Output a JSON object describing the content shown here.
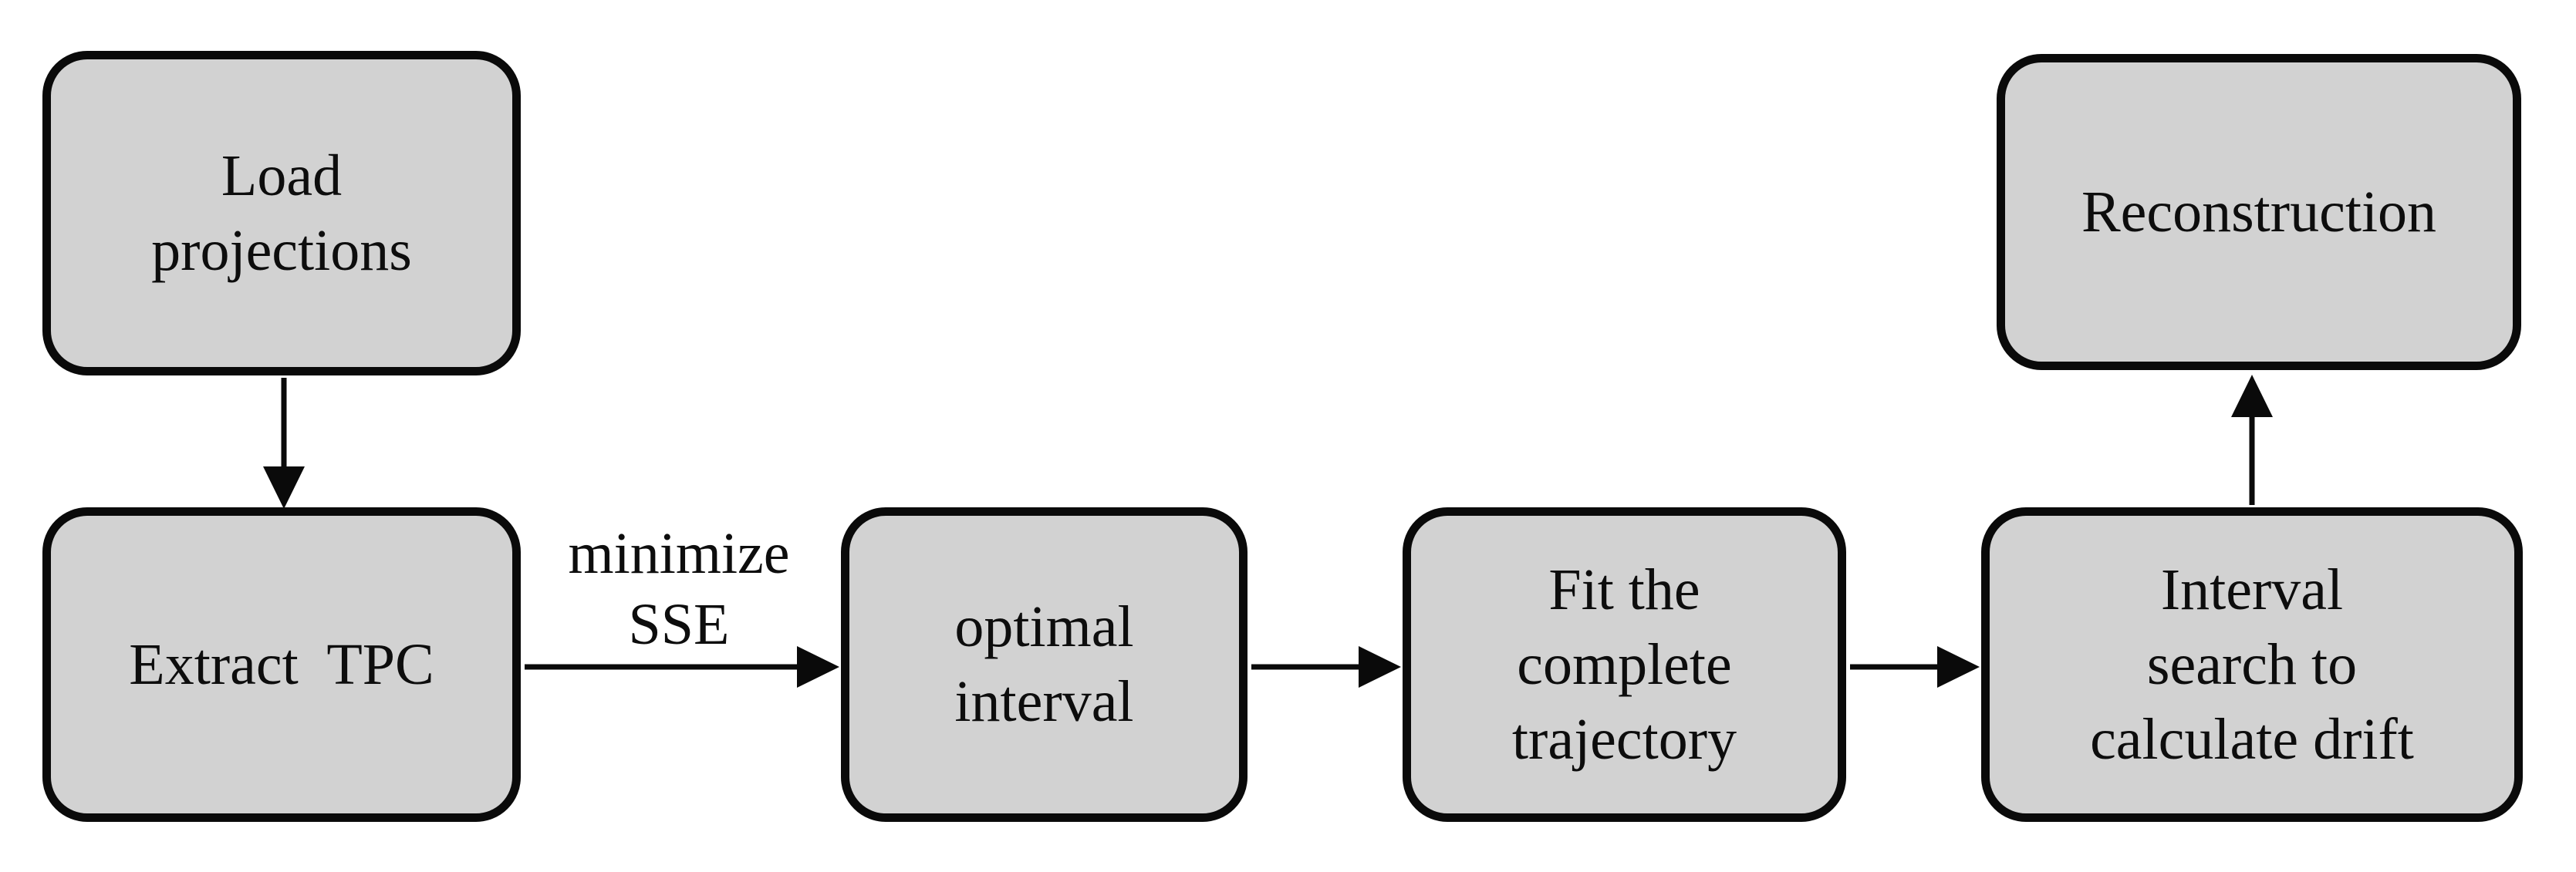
{
  "diagram": {
    "type": "flowchart",
    "background_color": "#ffffff",
    "node_fill_color": "#d2d2d2",
    "node_border_color": "#0a0a0a",
    "arrow_color": "#0a0a0a",
    "text_color": "#0d0d0d",
    "nodes": [
      {
        "id": "load-projections",
        "label": "Load\nprojections"
      },
      {
        "id": "extract-tpc",
        "label": "Extract  TPC"
      },
      {
        "id": "optimal-interval",
        "label": "optimal\ninterval"
      },
      {
        "id": "fit-complete-trajectory",
        "label": "Fit the\ncomplete\ntrajectory"
      },
      {
        "id": "interval-search-calculate-drift",
        "label": "Interval\nsearch to\ncalculate drift"
      },
      {
        "id": "reconstruction",
        "label": "Reconstruction"
      }
    ],
    "edges": [
      {
        "from": "load-projections",
        "to": "extract-tpc",
        "direction": "down",
        "label": ""
      },
      {
        "from": "extract-tpc",
        "to": "optimal-interval",
        "direction": "right",
        "label": "minimize\nSSE"
      },
      {
        "from": "optimal-interval",
        "to": "fit-complete-trajectory",
        "direction": "right",
        "label": ""
      },
      {
        "from": "fit-complete-trajectory",
        "to": "interval-search-calculate-drift",
        "direction": "right",
        "label": ""
      },
      {
        "from": "interval-search-calculate-drift",
        "to": "reconstruction",
        "direction": "up",
        "label": ""
      }
    ]
  }
}
